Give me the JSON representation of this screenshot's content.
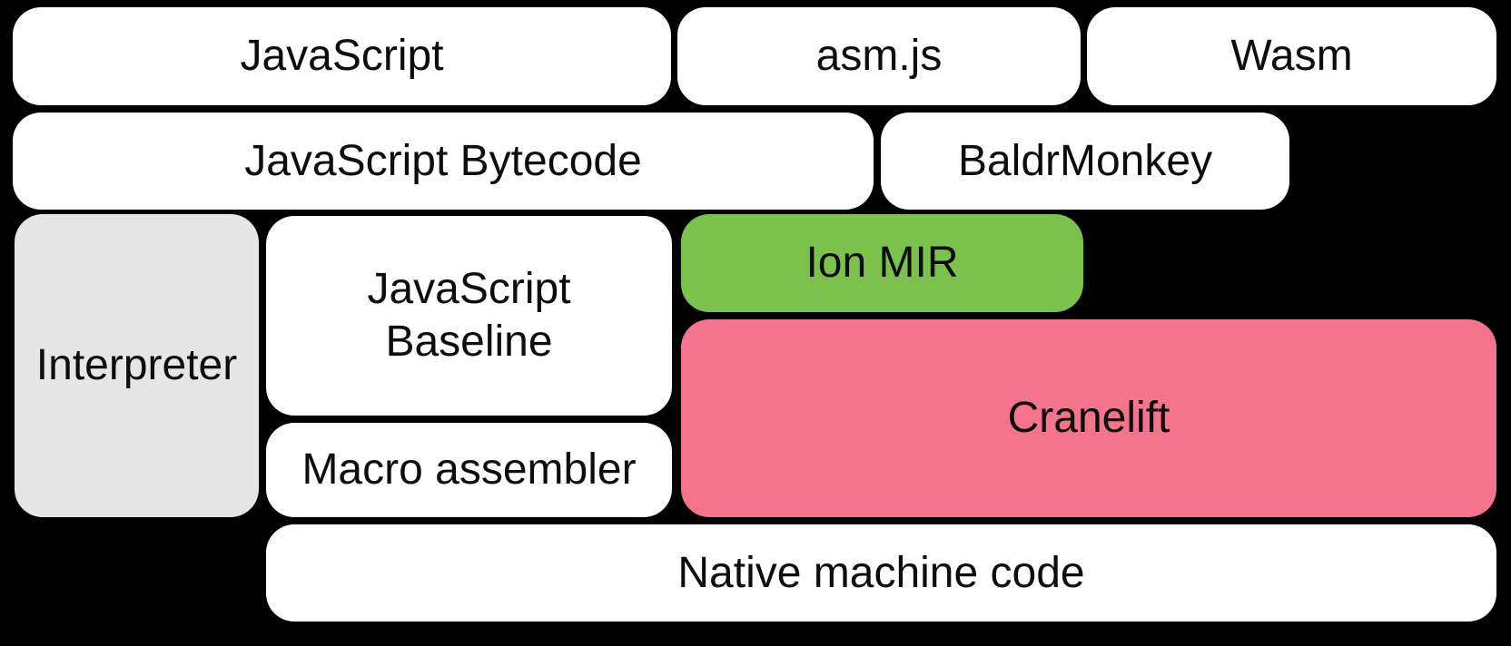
{
  "colors": {
    "background": "#000000",
    "text": "#0d0d0d",
    "box_default": "#ffffff",
    "interpreter_gray": "#e6e6e6",
    "ion_green": "#7bc24c",
    "cranelift_pink": "#f4748b"
  },
  "boxes": {
    "javascript": {
      "label": "JavaScript",
      "color": "#ffffff"
    },
    "asmjs": {
      "label": "asm.js",
      "color": "#ffffff"
    },
    "wasm": {
      "label": "Wasm",
      "color": "#ffffff"
    },
    "javascript_bytecode": {
      "label": "JavaScript Bytecode",
      "color": "#ffffff"
    },
    "baldrmonkey": {
      "label": "BaldrMonkey",
      "color": "#ffffff"
    },
    "interpreter": {
      "label": "Interpreter",
      "color": "#e6e6e6"
    },
    "javascript_baseline": {
      "label": "JavaScript\nBaseline",
      "color": "#ffffff"
    },
    "ion_mir": {
      "label": "Ion MIR",
      "color": "#7bc24c"
    },
    "cranelift": {
      "label": "Cranelift",
      "color": "#f4748b"
    },
    "macro_assembler": {
      "label": "Macro assembler",
      "color": "#ffffff"
    },
    "native_machine_code": {
      "label": "Native machine code",
      "color": "#ffffff"
    }
  }
}
